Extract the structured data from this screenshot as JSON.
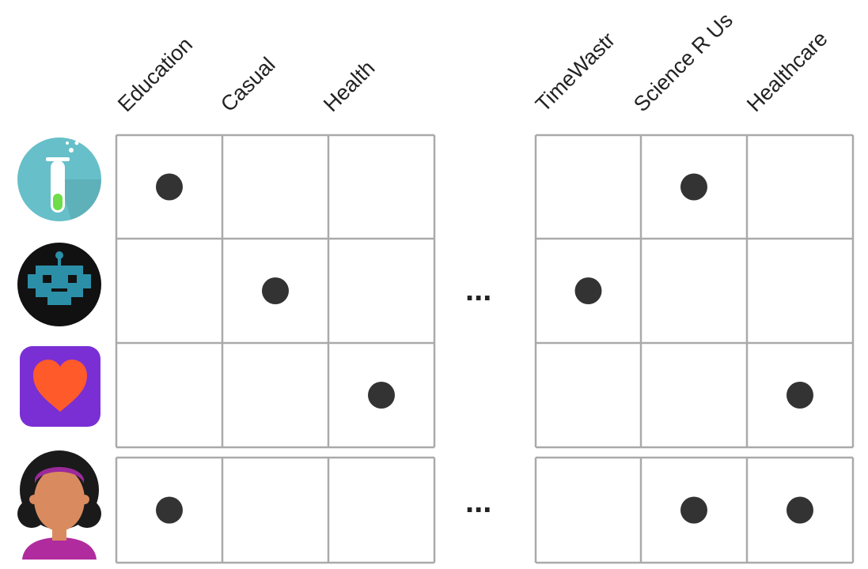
{
  "columns_left": [
    "Education",
    "Casual",
    "Health"
  ],
  "columns_right": [
    "TimeWastr",
    "Science R Us",
    "Healthcare"
  ],
  "ellipsis": "...",
  "rows": [
    {
      "icon": "test-tube-icon",
      "left": [
        1,
        0,
        0
      ],
      "right": [
        0,
        1,
        0
      ]
    },
    {
      "icon": "robot-icon",
      "left": [
        0,
        1,
        0
      ],
      "right": [
        1,
        0,
        0
      ]
    },
    {
      "icon": "heart-icon",
      "left": [
        0,
        0,
        1
      ],
      "right": [
        0,
        0,
        1
      ]
    },
    {
      "icon": "person-avatar-icon",
      "left": [
        1,
        0,
        0
      ],
      "right": [
        0,
        1,
        1
      ]
    }
  ],
  "colors": {
    "grid_line": "#aaaaaa",
    "dot": "#333333",
    "test_tube_bg": "#66bfc9",
    "robot_bg": "#111111",
    "robot_face": "#2b8fa8",
    "heart_bg": "#7a2fd4",
    "heart": "#ff5a2a",
    "person_hair": "#1a1a1a",
    "person_skin": "#d98b5f",
    "person_shirt": "#b02b9e",
    "person_band": "#9b2a9b"
  }
}
